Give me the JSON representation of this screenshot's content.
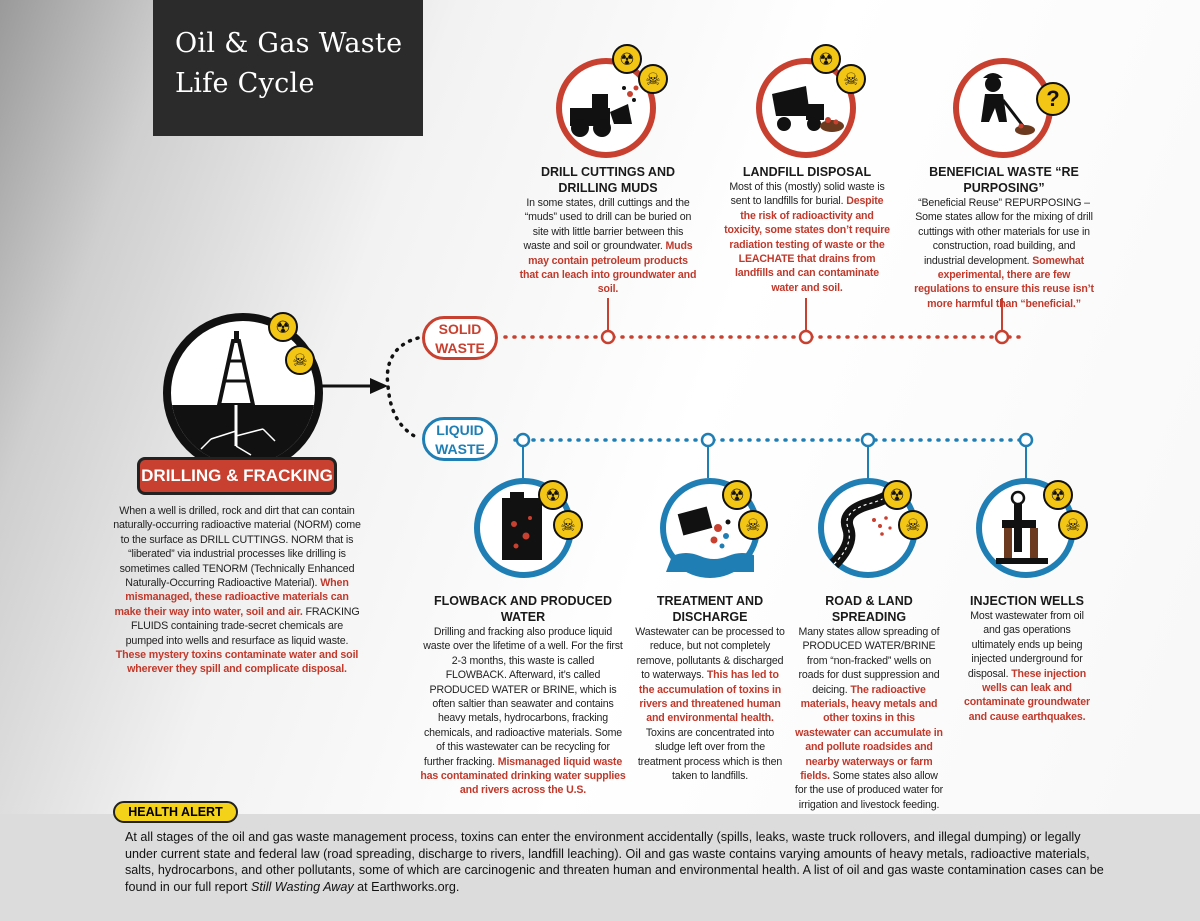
{
  "title": {
    "line1": "Oil & Gas Waste",
    "line2": "Life Cycle"
  },
  "drilling": {
    "label": "DRILLING & FRACKING",
    "text_a": "When a well is drilled, rock and dirt that can contain naturally-occurring radioactive material (NORM) come to the surface as DRILL CUTTINGS. NORM that is “liberated” via industrial processes like drilling is sometimes called TENORM (Technically Enhanced Naturally-Occurring Radioactive Material). ",
    "text_b": "When mismanaged, these radioactive materials can make their way into water, soil and air.",
    "text_c": " FRACKING FLUIDS containing trade-secret chemicals are pumped into wells and resurface as liquid waste. ",
    "text_d": "These mystery toxins contaminate water and soil wherever they spill and complicate disposal."
  },
  "solid_waste": {
    "line1": "SOLID",
    "line2": "WASTE"
  },
  "liquid_waste": {
    "line1": "LIQUID",
    "line2": "WASTE"
  },
  "solid_items": [
    {
      "head1": "DRILL CUTTINGS AND",
      "head2": "DRILLING MUDS",
      "plain": "In some states, drill cuttings and the “muds” used to drill can be buried on site with little barrier between this waste and soil or groundwater. ",
      "red": "Muds may contain petroleum products that can leach into groundwater and soil.",
      "plain2": ""
    },
    {
      "head1": "LANDFILL DISPOSAL",
      "head2": "",
      "plain": "Most of this (mostly) solid waste is sent to landfills for burial. ",
      "red": "Despite the risk of radioactivity and toxicity, some states don’t require radiation testing of waste or the LEACHATE that drains from landfills and can contaminate water and soil.",
      "plain2": ""
    },
    {
      "head1": "BENEFICIAL WASTE “RE PURPOSING”",
      "head2": "",
      "plain": "“Beneficial Reuse” REPURPOSING – Some states allow for the mixing of drill cuttings with other materials for use in construction, road building, and industrial development. ",
      "red": "Somewhat experimental, there are few regulations to ensure this reuse isn’t more harmful than “beneficial.”",
      "plain2": ""
    }
  ],
  "liquid_items": [
    {
      "head1": "FLOWBACK AND PRODUCED WATER",
      "head2": "",
      "plain": "Drilling and fracking also produce liquid waste over the lifetime of a well. For the first 2-3 months, this waste is called FLOWBACK. Afterward, it’s called PRODUCED WATER or BRINE, which is often saltier than seawater and contains heavy metals, hydrocarbons, fracking chemicals, and radioactive materials. Some of this wastewater can be recycling for further fracking. ",
      "red": "Mismanaged liquid waste has contaminated drinking water supplies and rivers across the U.S.",
      "plain2": ""
    },
    {
      "head1": "TREATMENT AND",
      "head2": "DISCHARGE",
      "plain": "Wastewater can be processed to reduce, but not completely remove, pollutants & discharged to waterways. ",
      "red": "This has led to the accumulation of toxins in rivers and threatened human and environmental health.",
      "plain2": " Toxins are concentrated into sludge left over from the treatment process which is then taken to landfills."
    },
    {
      "head1": "ROAD & LAND SPREADING",
      "head2": "",
      "plain": "Many states allow spreading of PRODUCED WATER/BRINE from “non-fracked” wells on roads for dust suppression and deicing. ",
      "red": "The radioactive materials, heavy metals and other toxins in this wastewater can accumulate in and pollute roadsides and nearby waterways or farm fields.",
      "plain2": " Some states also allow for the use of produced water for irrigation and livestock feeding."
    },
    {
      "head1": "INJECTION WELLS",
      "head2": "",
      "plain": "Most wastewater from oil and gas operations ultimately ends up being injected underground for disposal. ",
      "red": "These injection wells can leak and contaminate groundwater and cause earthquakes.",
      "plain2": ""
    }
  ],
  "health": {
    "label": "HEALTH ALERT",
    "text_a": "At all stages of the oil and gas waste management process, toxins can enter the environment accidentally (spills, leaks, waste truck rollovers, and illegal dumping) or legally under current state and federal law (road spreading, discharge to rivers, landfill leaching). Oil and gas waste contains varying amounts of heavy metals, radioactive materials, salts, hydrocarbons, and other pollutants, some of which are carcinogenic and threaten human and environmental health. A list of oil and gas waste contamination cases can be found in our full report ",
    "text_italic": "Still Wasting Away",
    "text_b": " at Earthworks.org."
  },
  "icons": {
    "radiation": "radiation-icon",
    "skull": "skull-icon",
    "question": "question-icon",
    "question_mark": "?"
  },
  "colors": {
    "red": "#c8402f",
    "blue": "#1f7fb5",
    "yellow": "#f3c515",
    "dark": "#2b2b2b"
  }
}
